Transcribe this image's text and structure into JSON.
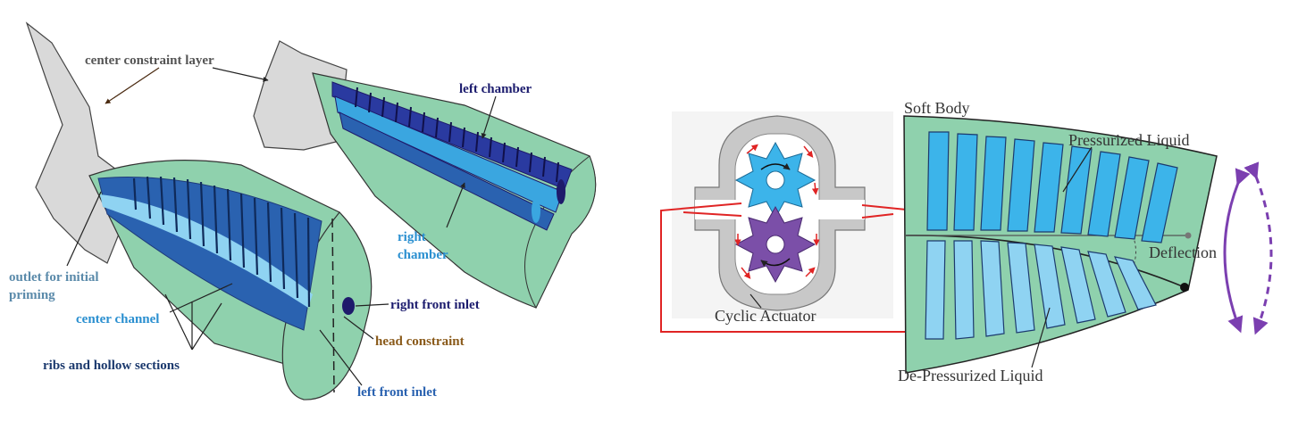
{
  "left_figure": {
    "labels": {
      "center_constraint_layer": "center constraint layer",
      "left_chamber": "left chamber",
      "right_chamber_1": "right",
      "right_chamber_2": "chamber",
      "outlet_1": "outlet for initial",
      "outlet_2": "priming",
      "center_channel": "center channel",
      "right_front_inlet": "right front inlet",
      "head_constraint": "head constraint",
      "ribs_hollow": "ribs and hollow sections",
      "left_front_inlet": "left front inlet"
    }
  },
  "right_figure": {
    "labels": {
      "soft_body": "Soft Body",
      "pressurized_liquid": "Pressurized Liquid",
      "deflection": "Deflection",
      "cyclic_actuator": "Cyclic Actuator",
      "depressurized_liquid": "De-Pressurized Liquid"
    }
  },
  "colors": {
    "body_green": "#8fd1ad",
    "tail_gray": "#d9d9d9",
    "rib_blue": "#2a62b0",
    "channel_blue": "#3aa6e0",
    "light_blue": "#8fd3f2",
    "dark_navy": "#1e1a6b",
    "gear_blue": "#3cb4ea",
    "gear_purple": "#7b4fa8",
    "flow_red": "#e02424",
    "arrow_purple": "#7b3fb0",
    "label_gray": "#555555",
    "label_navy": "#1c1c6e",
    "label_blue": "#2a8fd0",
    "label_brown": "#8a5a1a"
  }
}
